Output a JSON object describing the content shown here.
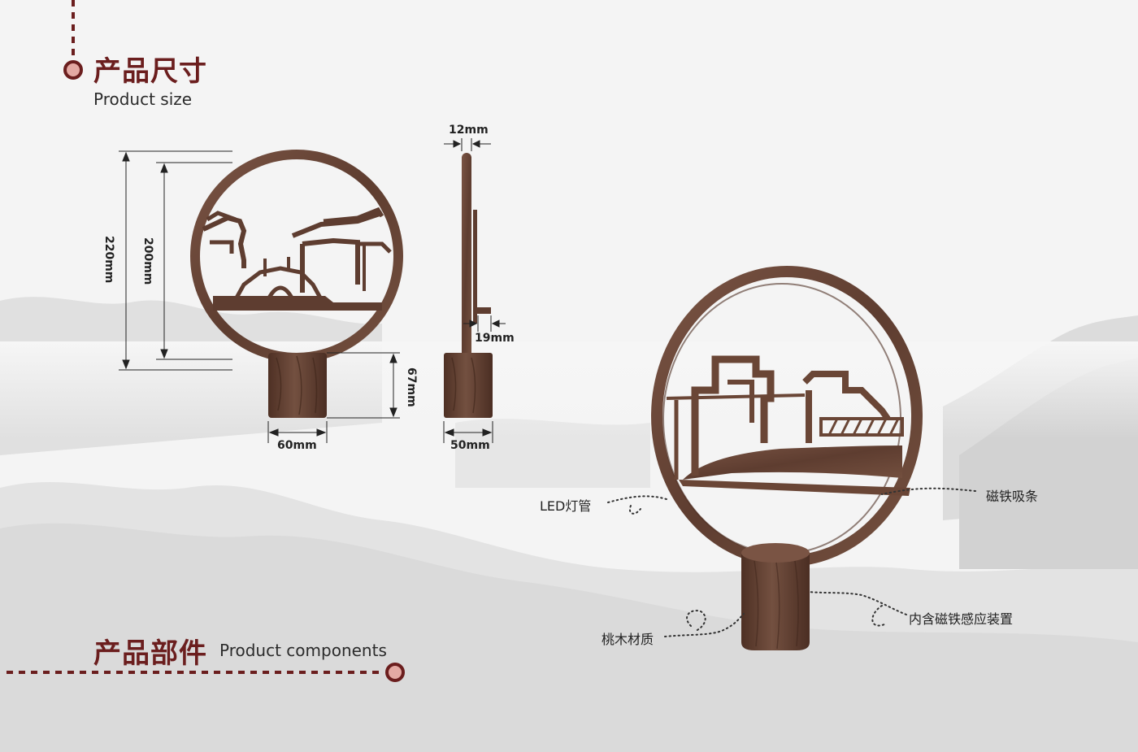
{
  "section_size": {
    "title_zh": "产品尺寸",
    "title_en": "Product size"
  },
  "section_components": {
    "title_zh": "产品部件",
    "title_en": "Product components"
  },
  "dimensions": {
    "total_height": "220mm",
    "ring_height": "200mm",
    "base_height": "67mm",
    "base_width": "60mm",
    "side_thickness": "12mm",
    "side_depth": "19mm",
    "side_base_width": "50mm"
  },
  "callouts": {
    "led": "LED灯管",
    "magnet_strip": "磁铁吸条",
    "inner_sensor": "内含磁铁感应装置",
    "peach_wood": "桃木材质"
  },
  "colors": {
    "accent_dark_red": "#6b1e1e",
    "accent_pink": "#e4a9a3",
    "wood": "#6a4636",
    "wood_dark": "#4e3024",
    "mountain": "#d8d8d8"
  }
}
